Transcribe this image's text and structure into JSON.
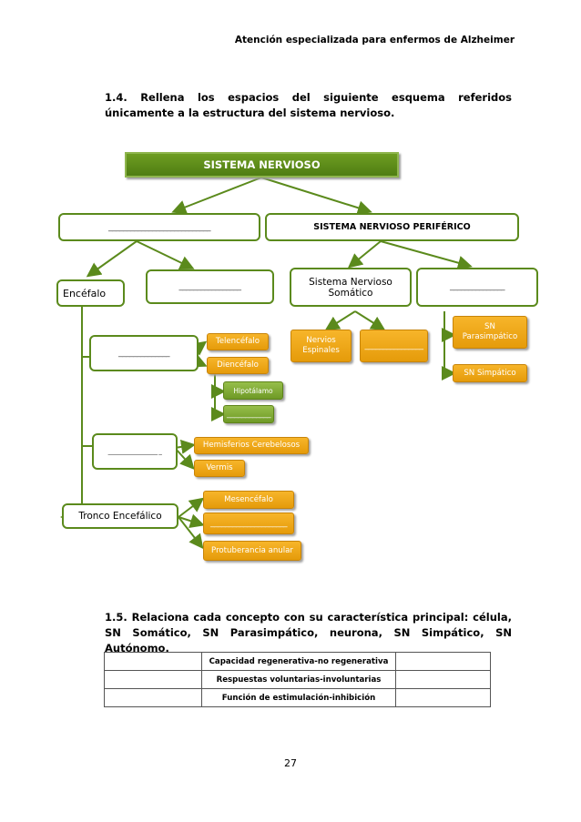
{
  "header": {
    "title": "Atención especializada para enfermos de Alzheimer"
  },
  "section1": {
    "text": "1.4. Rellena los espacios del siguiente esquema referidos únicamente a la estructura del sistema nervioso."
  },
  "diagram": {
    "root": "SISTEMA NERVIOSO",
    "left_blank": "____________________________",
    "right_main": "SISTEMA NERVIOSO PERIFÉRICO",
    "encefalo": "Encéfalo",
    "blank_top_mid": "_________________",
    "somatico": "Sistema Nervioso Somático",
    "blank_autonomo": "_______________",
    "blank_cerebro": "______________",
    "telencefalo": "Telencéfalo",
    "diencefalo": "Diencéfalo",
    "hipotalamo": "Hipotálamo",
    "blank_dien_child": "____________",
    "nervios_espinales": "Nervios Espinales",
    "blank_nervios": "________________",
    "sn_parasimpatico": "SN Parasimpático",
    "sn_simpatico": "SN Simpático",
    "blank_cerebelo": "__________________ _",
    "hemisferios": "Hemisferios Cerebelosos",
    "vermis": "Vermis",
    "tronco": "Tronco Encefálico",
    "mesencefalo": "Mesencéfalo",
    "blank_tronco": "_____________________",
    "protuberancia": "Protuberancia anular"
  },
  "section2": {
    "text": "1.5. Relaciona cada concepto con su característica principal: célula, SN Somático, SN Parasimpático, neurona, SN Simpático, SN Autónomo."
  },
  "table": {
    "rows": [
      {
        "left": "",
        "middle": "Capacidad regenerativa-no regenerativa",
        "right": ""
      },
      {
        "left": "",
        "middle": "Respuestas voluntarias-involuntarias",
        "right": ""
      },
      {
        "left": "",
        "middle": "Función de estimulación-inhibición",
        "right": ""
      }
    ]
  },
  "footer": {
    "page_number": "27"
  }
}
